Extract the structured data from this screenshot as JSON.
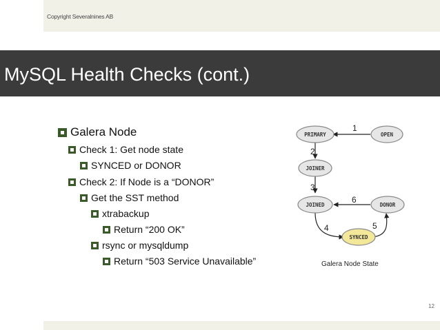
{
  "header": {
    "copyright": "Copyright Severalnines AB"
  },
  "slide": {
    "title": "MySQL Health Checks (cont.)",
    "page_number": "12"
  },
  "bullets": [
    {
      "text": "Galera Node",
      "level": 1
    },
    {
      "text": "Check 1: Get node state",
      "level": 2
    },
    {
      "text": "SYNCED or DONOR",
      "level": 3
    },
    {
      "text": "Check 2: If Node is a “DONOR”",
      "level": 2
    },
    {
      "text": "Get the SST method",
      "level": 3
    },
    {
      "text": "xtrabackup",
      "level": 4
    },
    {
      "text": "Return “200 OK”",
      "level": 5
    },
    {
      "text": "rsync or mysqldump",
      "level": 4
    },
    {
      "text": "Return “503 Service Unavailable”",
      "level": 5
    }
  ],
  "diagram": {
    "nodes": {
      "primary": "PRIMARY",
      "open": "OPEN",
      "joiner": "JOINER",
      "joined": "JOINED",
      "donor": "DONOR",
      "synced": "SYNCED"
    },
    "edges": {
      "e1": "1",
      "e2": "2",
      "e3": "3",
      "e4": "4",
      "e5": "5",
      "e6": "6"
    },
    "caption": "Galera Node State",
    "colors": {
      "node_fill": "#e6e6e6",
      "node_stroke": "#8a8a8a",
      "synced_fill": "#f3e79a"
    }
  }
}
